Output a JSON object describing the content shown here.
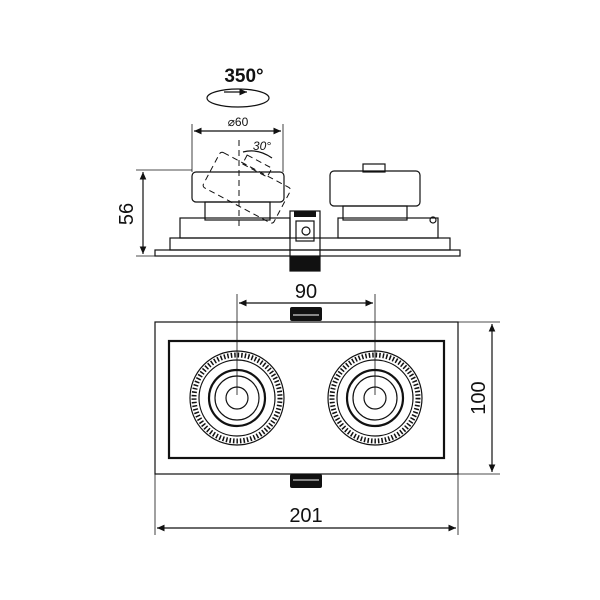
{
  "labels": {
    "rotation": "350°",
    "diameter": "⌀60",
    "tilt": "30°",
    "height": "56",
    "spacing": "90",
    "depth": "100",
    "width": "201"
  }
}
